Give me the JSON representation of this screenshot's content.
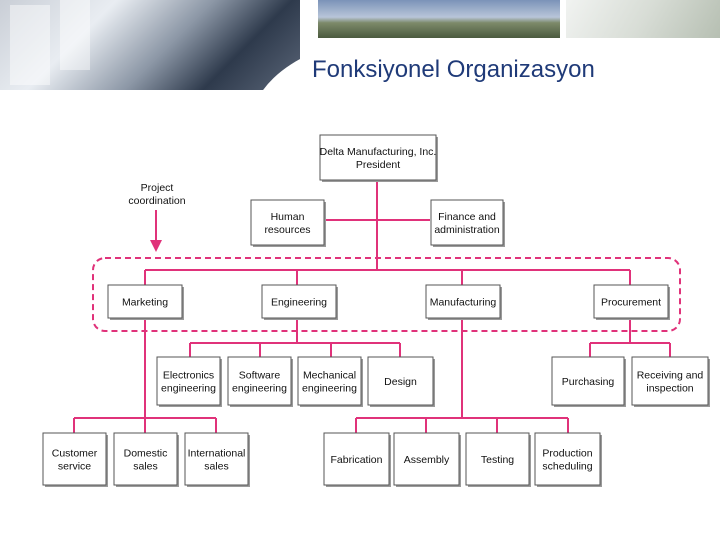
{
  "slide": {
    "title": "Fonksiyonel Organizasyon"
  },
  "colors": {
    "connector": "#e0327a",
    "title": "#1f3a78",
    "box_border": "#555555"
  },
  "chart": {
    "president": [
      "Delta Manufacturing, Inc.",
      "President"
    ],
    "staff": [
      [
        "Human",
        "resources"
      ],
      [
        "Finance and",
        "administration"
      ]
    ],
    "annotation": [
      "Project",
      "coordination"
    ],
    "departments": [
      "Marketing",
      "Engineering",
      "Manufacturing",
      "Procurement"
    ],
    "engineering_units": [
      [
        "Electronics",
        "engineering"
      ],
      [
        "Software",
        "engineering"
      ],
      [
        "Mechanical",
        "engineering"
      ],
      [
        "Design"
      ]
    ],
    "procurement_units": [
      [
        "Purchasing"
      ],
      [
        "Receiving and",
        "inspection"
      ]
    ],
    "marketing_units": [
      [
        "Customer",
        "service"
      ],
      [
        "Domestic",
        "sales"
      ],
      [
        "International",
        "sales"
      ]
    ],
    "manufacturing_units": [
      [
        "Fabrication"
      ],
      [
        "Assembly"
      ],
      [
        "Testing"
      ],
      [
        "Production",
        "scheduling"
      ]
    ]
  }
}
